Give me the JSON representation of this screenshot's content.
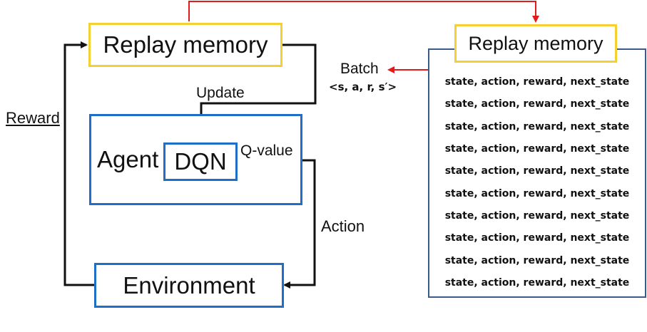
{
  "left": {
    "replay_memory_title": "Replay memory",
    "agent_label": "Agent",
    "dqn_label": "DQN",
    "environment_label": "Environment",
    "reward_label": "Reward",
    "update_label": "Update",
    "q_value_label": "Q-value",
    "action_label": "Action"
  },
  "batch": {
    "label": "Batch",
    "tuple": "<s, a, r, s′>"
  },
  "right": {
    "replay_memory_title": "Replay memory",
    "rows": [
      "state, action, reward, next_state",
      "state, action, reward, next_state",
      "state, action, reward, next_state",
      "state, action, reward, next_state",
      "state, action, reward, next_state",
      "state, action, reward, next_state",
      "state, action, reward, next_state",
      "state, action, reward, next_state",
      "state, action, reward, next_state",
      "state, action, reward, next_state"
    ]
  },
  "colors": {
    "yellow_border": "#f5d033",
    "blue_border": "#1f6fc8",
    "navy_border": "#3c5a8a",
    "black_wire": "#111111",
    "red_wire": "#e01b1b"
  }
}
